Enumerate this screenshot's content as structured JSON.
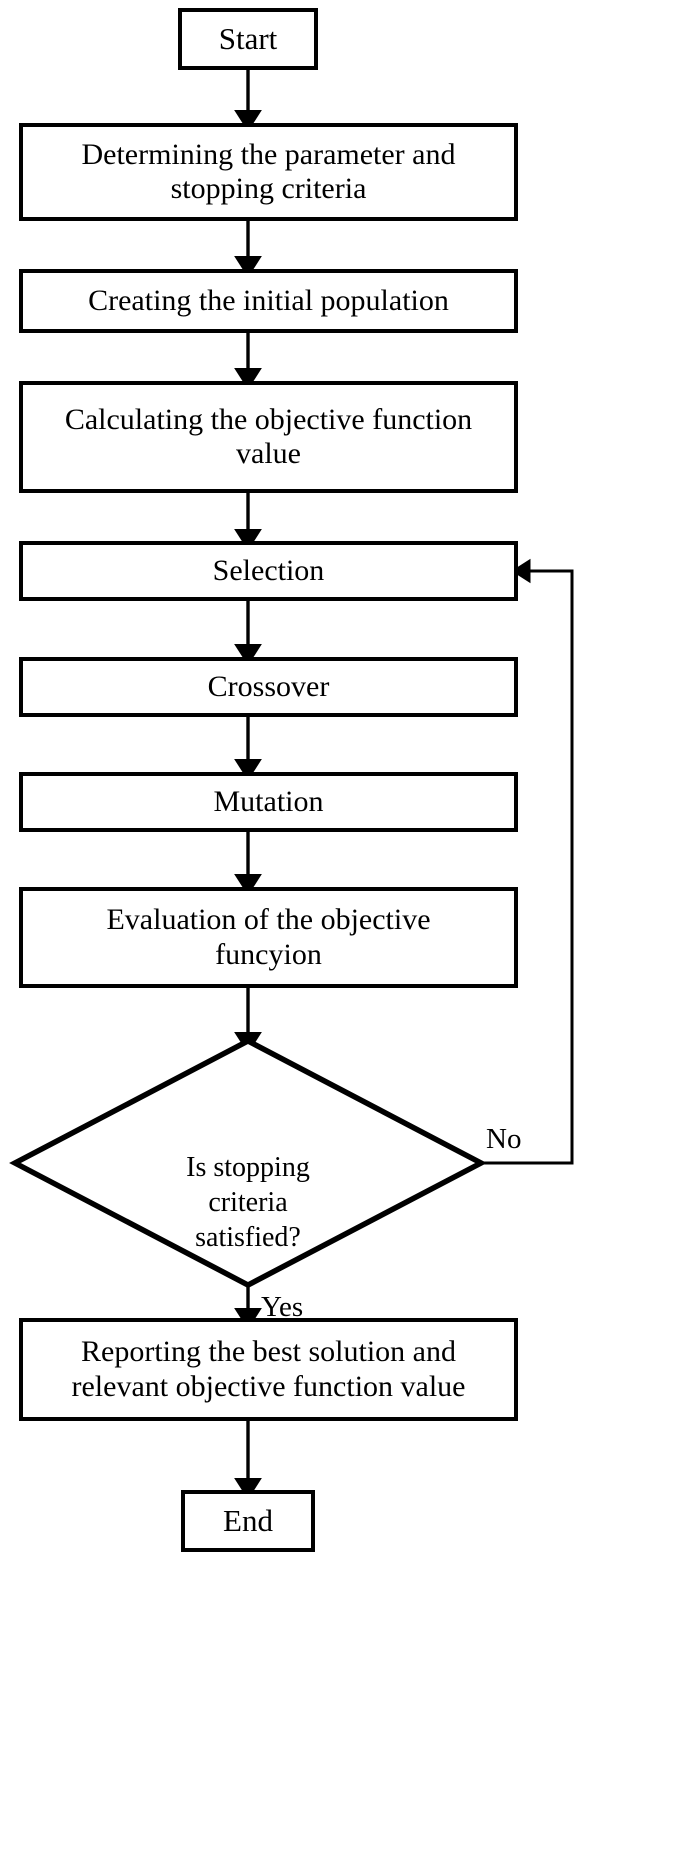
{
  "diagram": {
    "title": "Genetic algorithm flowchart",
    "type": "flowchart",
    "stroke_color": "#000000",
    "fill_color": "#ffffff",
    "background": "#ffffff"
  },
  "nodes": {
    "start": {
      "label": "Start",
      "shape": "rectangle"
    },
    "determining": {
      "label": "Determining the parameter and\nstopping criteria",
      "shape": "rectangle"
    },
    "creating": {
      "label": "Creating the initial population",
      "shape": "rectangle"
    },
    "calculating": {
      "label": "Calculating the objective function\nvalue",
      "shape": "rectangle"
    },
    "selection": {
      "label": "Selection",
      "shape": "rectangle"
    },
    "crossover": {
      "label": "Crossover",
      "shape": "rectangle"
    },
    "mutation": {
      "label": "Mutation",
      "shape": "rectangle"
    },
    "evaluation": {
      "label": "Evaluation of the objective\nfuncyion",
      "shape": "rectangle"
    },
    "decision": {
      "label": "Is stopping\ncriteria\nsatisfied?",
      "shape": "diamond"
    },
    "reporting": {
      "label": "Reporting the best solution and\nrelevant objective function value",
      "shape": "rectangle"
    },
    "end": {
      "label": "End",
      "shape": "rectangle"
    }
  },
  "edge_labels": {
    "no": "No",
    "yes": "Yes"
  }
}
